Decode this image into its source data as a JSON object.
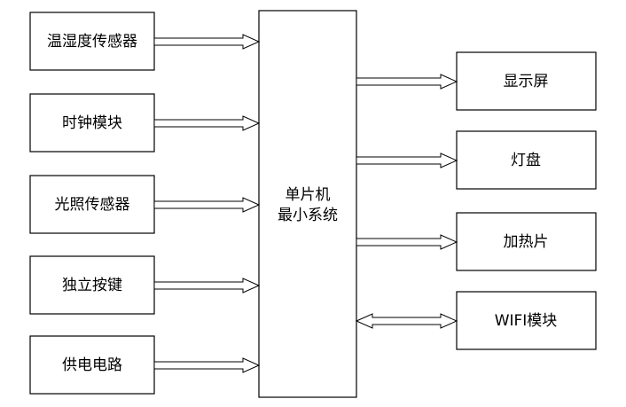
{
  "diagram": {
    "center": {
      "line1": "单片机",
      "line2": "最小系统"
    },
    "inputs": [
      {
        "label": "温湿度传感器"
      },
      {
        "label": "时钟模块"
      },
      {
        "label": "光照传感器"
      },
      {
        "label": "独立按键"
      },
      {
        "label": "供电电路"
      }
    ],
    "outputs": [
      {
        "label": "显示屏",
        "direction": "out"
      },
      {
        "label": "灯盘",
        "direction": "out"
      },
      {
        "label": "加热片",
        "direction": "out"
      },
      {
        "label": "WIFI模块",
        "direction": "bidirectional"
      }
    ]
  }
}
